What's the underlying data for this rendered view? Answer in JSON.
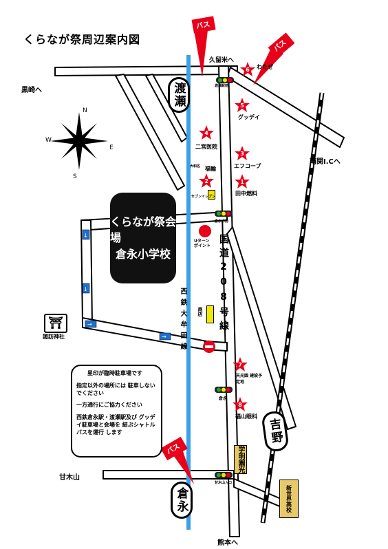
{
  "title": "くらなが祭周辺案内図",
  "venue": {
    "line1": "くらなが祭会場",
    "line2": "倉永小学校"
  },
  "compass": {
    "n": "N",
    "s": "S",
    "e": "E",
    "w": "W"
  },
  "stations": {
    "wataze": "渡瀬",
    "kuranaga": "倉永",
    "yoshino": "吉野"
  },
  "bus_label": "バス",
  "railways": {
    "nishitetsu": "西鉄大牟田線"
  },
  "route": {
    "name": "国道208号線"
  },
  "directions": {
    "kurume": "久留米へ",
    "kurosaki": "黒崎へ",
    "nankan": "南関I.Cへ",
    "kumamoto": "熊本へ",
    "amagiyama": "甘木山"
  },
  "shrine": {
    "symbol": "⛩",
    "label": "諏訪神社"
  },
  "parking": [
    {
      "num": "1",
      "label": "田中燃料"
    },
    {
      "num": "2",
      "label": "福輪"
    },
    {
      "num": "3",
      "label": "エフコープ"
    },
    {
      "num": "4",
      "label": "二宮医院"
    },
    {
      "num": "5",
      "label": "グッデイ"
    },
    {
      "num": "6",
      "label": "わたぜ"
    },
    {
      "num": "7",
      "label": "天光園 建設予定地"
    },
    {
      "num": "8",
      "label": "福山眼科"
    }
  ],
  "places": {
    "watase_ekimae": "渡瀬駅前",
    "daiwa": "大和名",
    "seven": "セブンイレブン",
    "kuranaga_shogakko": "倉永小前",
    "uturn": "Uターン ポイント",
    "shoten": "商店",
    "kuranaga_sig": "倉永",
    "amagiyama_sig": "甘木山入口",
    "gakumei": "学明園光",
    "shinsei": "新世界高校"
  },
  "legend": {
    "line1": "星印が臨時駐車場です",
    "line2": "指定以外の場所には 駐車しないでください",
    "line3": "一方通行にご協力ください",
    "line4": "西鉄倉永駅・渡瀬駅及び グッデイ駐車場と会場を 結ぶシャトルバスを運行 します"
  },
  "colors": {
    "rail_blue": "#3aa0e8",
    "star_red": "#e8001a",
    "oneway_blue": "#1f6fd1"
  }
}
